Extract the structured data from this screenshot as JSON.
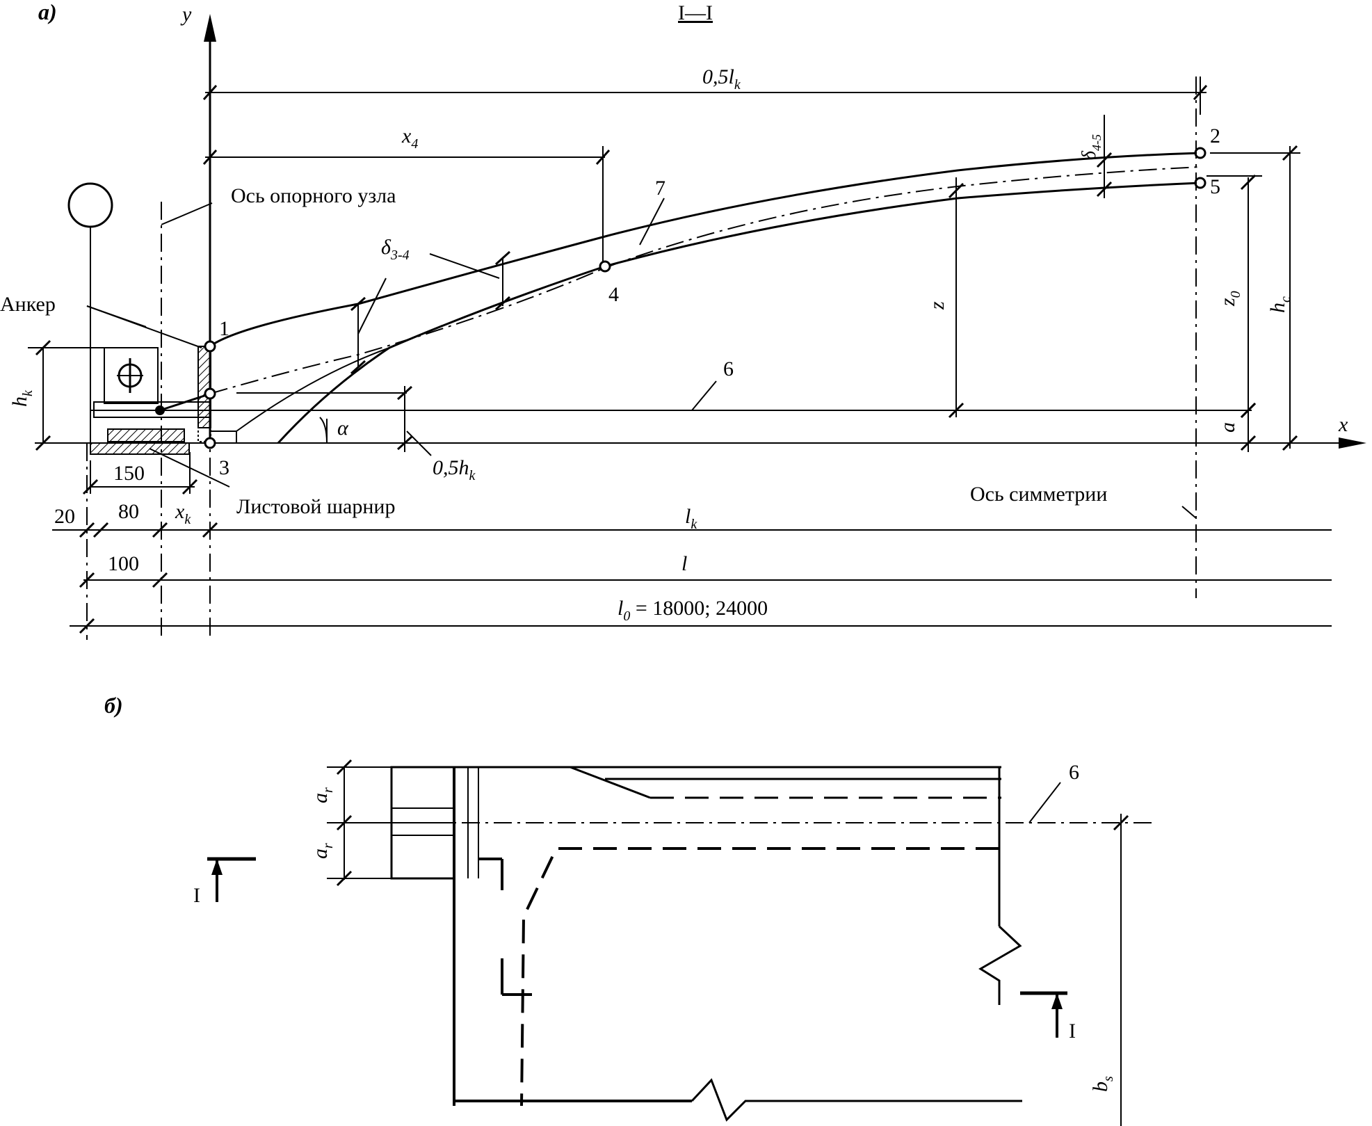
{
  "panel_a": {
    "label": "а)",
    "section_title": "I—I",
    "axis_y": "y",
    "axis_x": "x",
    "dims": {
      "half_span": "0,5l",
      "half_span_sub": "k",
      "x4": "x",
      "x4_sub": "4",
      "z": "z",
      "z0": "z",
      "z0_sub": "0",
      "hc": "h",
      "hc_sub": "c",
      "a": "a",
      "hk": "h",
      "hk_sub": "k",
      "half_hk": "0,5h",
      "half_hk_sub": "k",
      "alpha": "α",
      "delta_34": "δ",
      "delta_34_sub": "3-4",
      "delta_45": "δ",
      "delta_45_sub": "4-5",
      "d150": "150",
      "d20": "20",
      "d80": "80",
      "xk": "x",
      "xk_sub": "k",
      "d100": "100",
      "lk": "l",
      "lk_sub": "k",
      "l": "l",
      "l0": "l",
      "l0_sub": "0",
      "l0_value": " = 18000; 24000"
    },
    "points": {
      "p1": "1",
      "p2": "2",
      "p3": "3",
      "p4": "4",
      "p5": "5"
    },
    "line_labels": {
      "l6": "6",
      "l7": "7"
    },
    "labels": {
      "support_axis": "Ось опорного узла",
      "anchor": "Анкер",
      "sheet_hinge": "Листовой шарнир",
      "symmetry_axis": "Ось симметрии",
      "anchor_symbol": "Ф"
    }
  },
  "panel_b": {
    "label": "б)",
    "line_label": "6",
    "ar": "a",
    "ar_sub": "r",
    "bs": "b",
    "bs_sub": "s",
    "section_mark": "I"
  }
}
